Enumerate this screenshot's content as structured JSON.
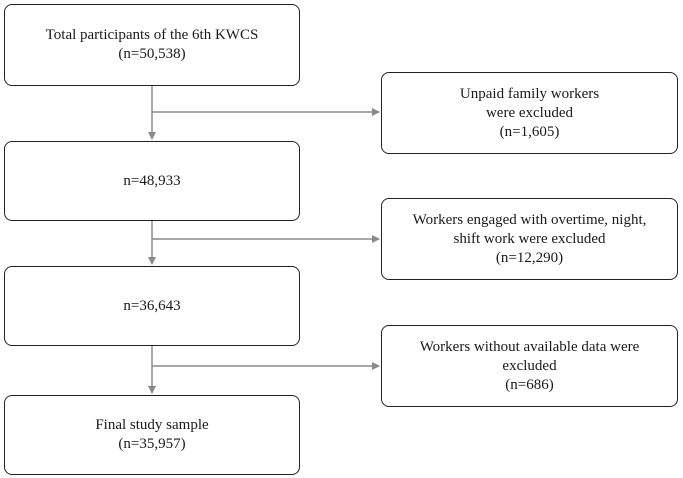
{
  "flow": {
    "main": [
      {
        "line1": "Total participants of the 6th KWCS",
        "line2": "(n=50,538)"
      },
      {
        "line1": "n=48,933",
        "line2": ""
      },
      {
        "line1": "n=36,643",
        "line2": ""
      },
      {
        "line1": "Final study sample",
        "line2": "(n=35,957)"
      }
    ],
    "excluded": [
      {
        "line1": "Unpaid family workers",
        "line2": "were excluded",
        "line3": "(n=1,605)"
      },
      {
        "line1": "Workers engaged with overtime, night,",
        "line2": "shift work were excluded",
        "line3": "(n=12,290)"
      },
      {
        "line1": "Workers without available data were",
        "line2": "excluded",
        "line3": "(n=686)"
      }
    ]
  },
  "colors": {
    "box_border": "#222222",
    "connector": "#8a8a8a"
  }
}
